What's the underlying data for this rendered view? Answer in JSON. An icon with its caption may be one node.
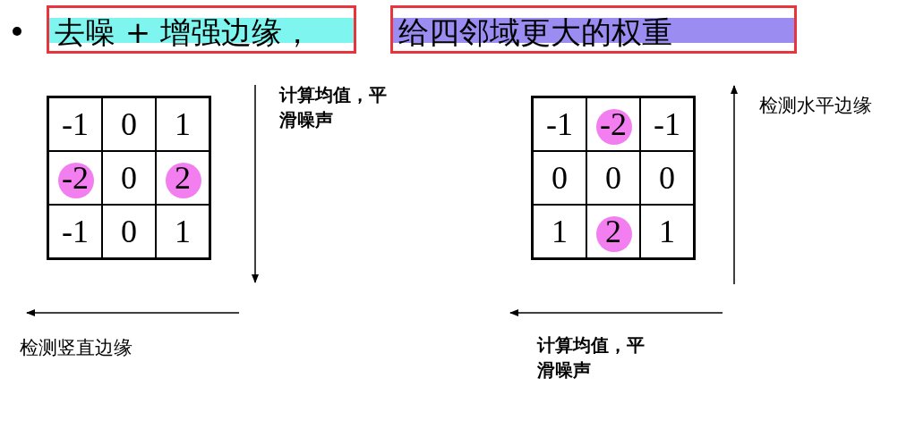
{
  "diagram": {
    "labels": [
      "去噪 + 增强边缘，",
      "给四邻域更大的权重",
      "-1",
      "0",
      "1",
      "-2",
      "0",
      "2",
      "-1",
      "0",
      "1",
      "计算均值，平滑噪声",
      "-1",
      "-2",
      "-1",
      "0",
      "0",
      "0",
      "1",
      "2",
      "1",
      "检测水平边缘",
      "检测竖直边缘",
      "计算均值，平滑噪声"
    ]
  }
}
